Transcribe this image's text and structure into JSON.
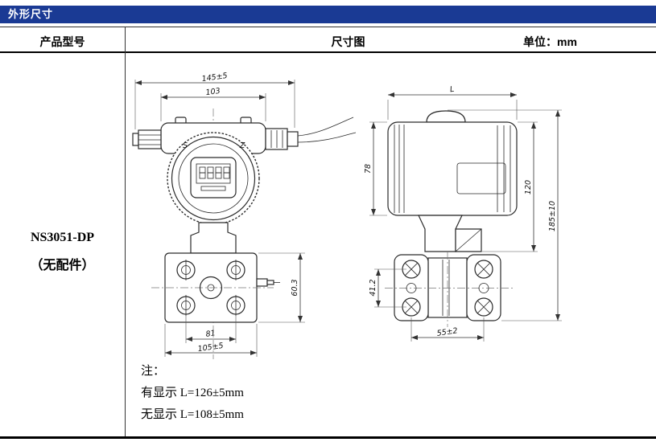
{
  "header": {
    "title": "外形尺寸"
  },
  "table": {
    "col_model": "产品型号",
    "col_drawing": "尺寸图",
    "col_unit": "单位：mm"
  },
  "model": {
    "name": "NS3051-DP",
    "variant": "（无配件）"
  },
  "drawing": {
    "front": {
      "button_s": "S",
      "button_z": "Z",
      "dim_total_width": "145±5",
      "dim_housing_width": "103",
      "dim_manifold_height": "60.3",
      "dim_bolt_spacing": "81",
      "dim_manifold_width": "105±5"
    },
    "side": {
      "dim_length": "L",
      "dim_housing_height": "78",
      "dim_height_120": "120",
      "dim_overall_height": "185±10",
      "dim_flange_height": "41.2",
      "dim_flange_width": "55±2"
    }
  },
  "notes": {
    "label": "注：",
    "line1": "有显示 L=126±5mm",
    "line2": "无显示 L=108±5mm"
  },
  "colors": {
    "header_bg": "#1a3a94",
    "header_text": "#ffffff",
    "line": "#000000"
  }
}
